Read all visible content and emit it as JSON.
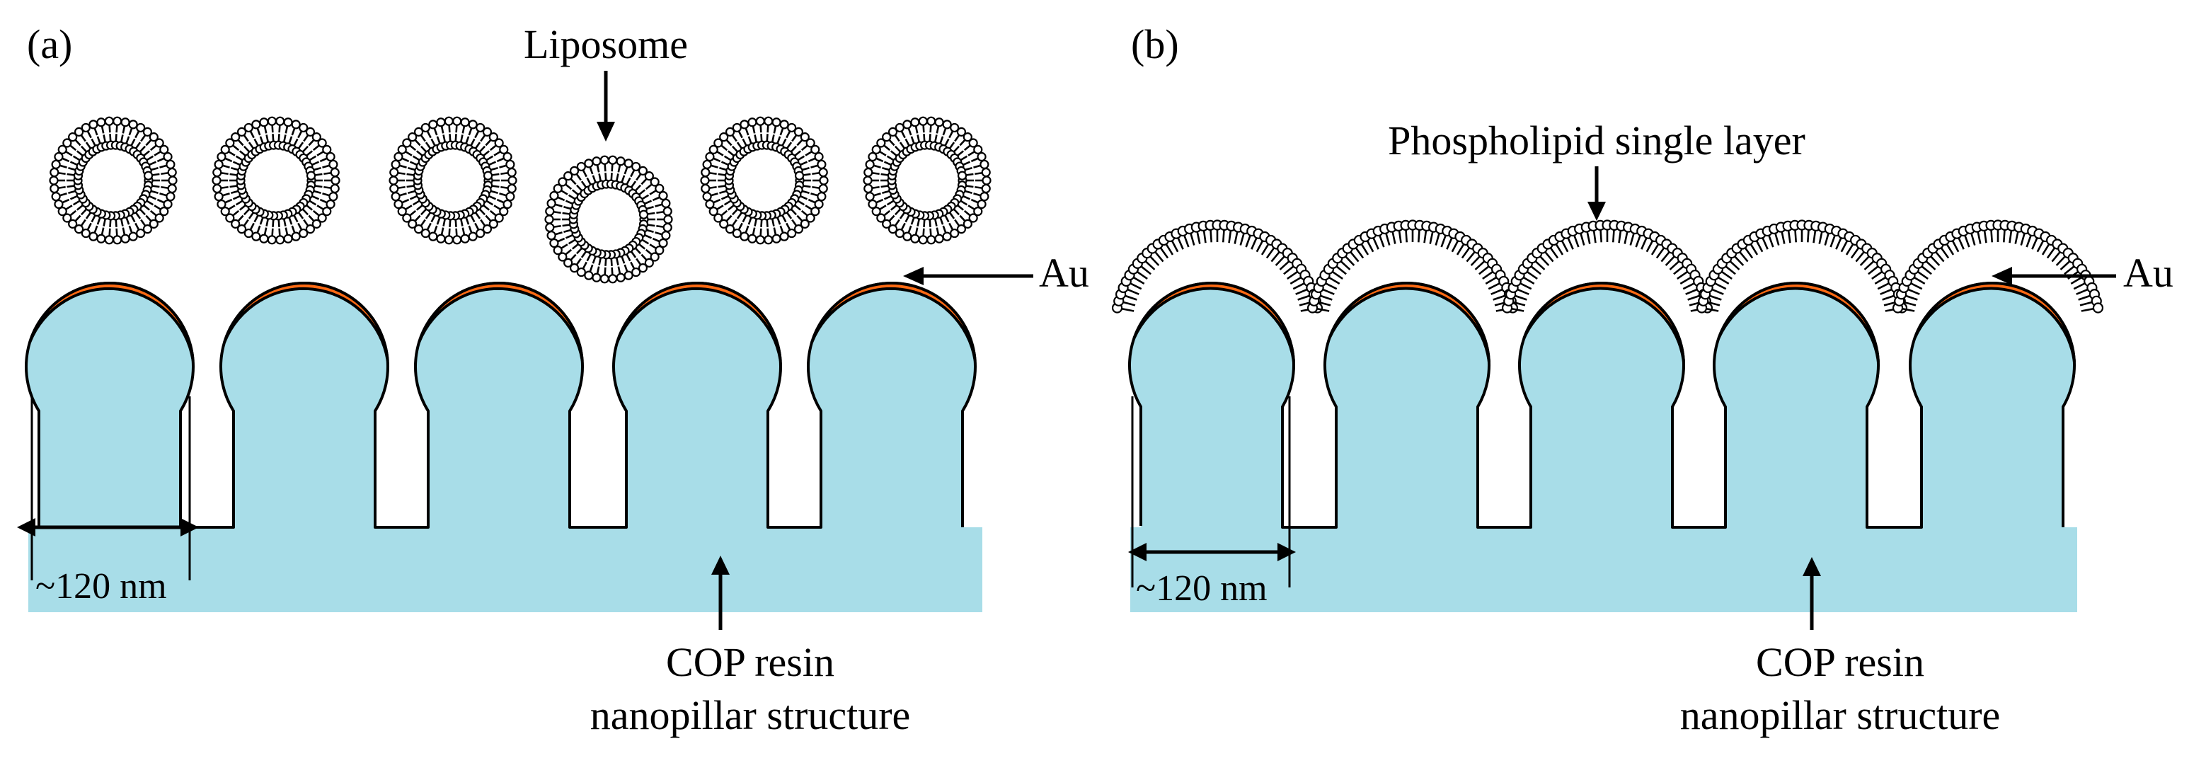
{
  "panels": [
    {
      "panel_label": "(a)",
      "top_label": "Liposome",
      "au_label": "Au",
      "scale_label": "~120 nm",
      "resin_label_line1": "COP resin",
      "resin_label_line2": "nanopillar structure"
    },
    {
      "panel_label": "(b)",
      "top_label": "Phospholipid single layer",
      "au_label": "Au",
      "scale_label": "~120 nm",
      "resin_label_line1": "COP resin",
      "resin_label_line2": "nanopillar structure"
    }
  ],
  "colors": {
    "resin": "#a8dde8",
    "gold": "#ff6a13",
    "outline": "#000000",
    "background": "#ffffff"
  }
}
